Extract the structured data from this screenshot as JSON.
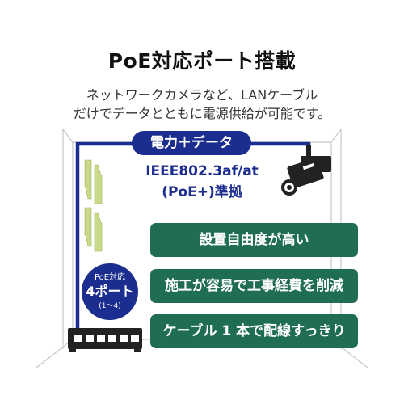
{
  "title": "PoE対応ポート搭載",
  "subtitle": {
    "line1": "ネットワークカメラなど、LANケーブル",
    "line2": "だけでデータとともに電源供給が可能です。"
  },
  "banner": "電力＋データ",
  "standard": {
    "line1": "IEEE802.3af/at",
    "line2": "(PoE+)準拠"
  },
  "ports_badge": {
    "line1": "PoE対応",
    "line2": "4ポート",
    "line3": "(1〜4)"
  },
  "features": [
    "設置自由度が高い",
    "施工が容易で工事経費を削減",
    "ケーブル 1 本で配線すっきり"
  ],
  "colors": {
    "navy": "#1b2d8f",
    "green": "#1f6d52",
    "bolt": "#c9d98a"
  },
  "icons": [
    "bolt-arrows-icon",
    "security-camera-icon",
    "network-switch-icon"
  ]
}
